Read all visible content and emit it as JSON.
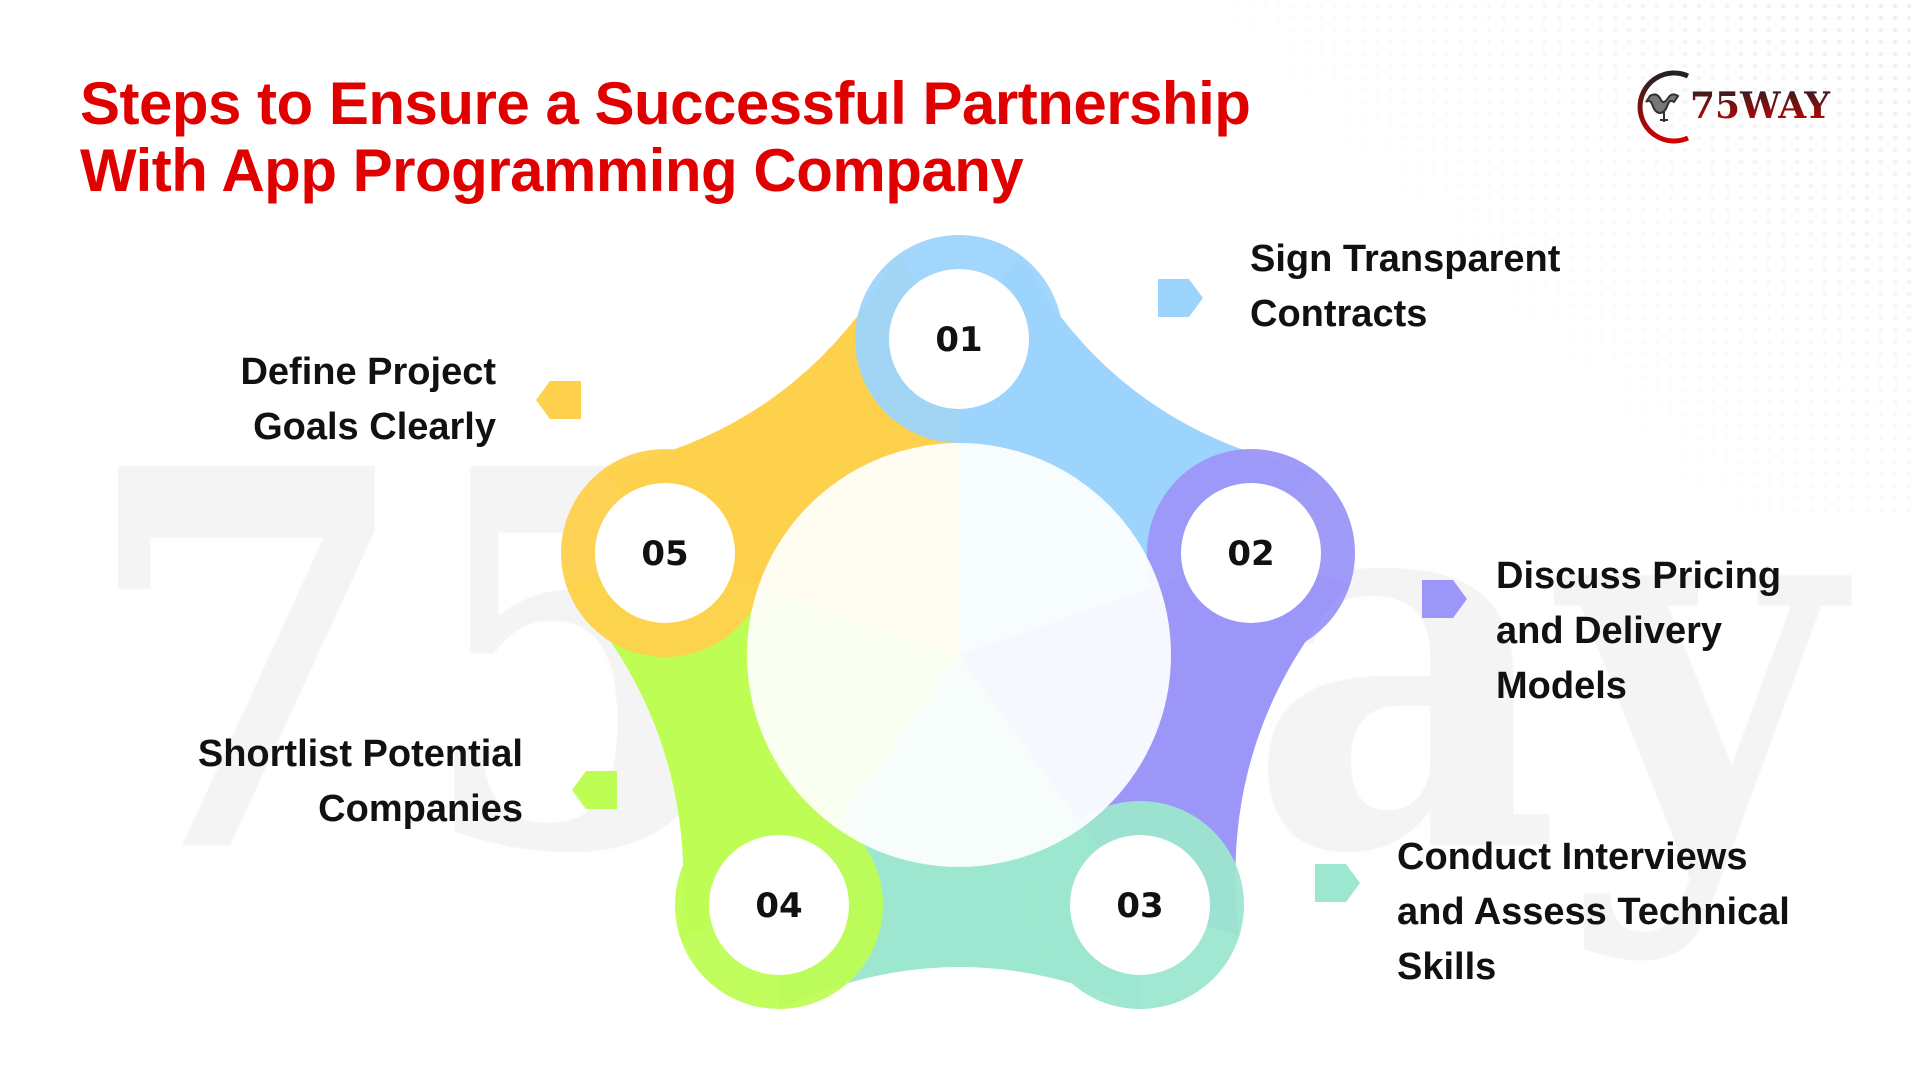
{
  "title": {
    "line1": "Steps to Ensure a Successful Partnership",
    "line2": "With App Programming Company"
  },
  "logo": {
    "text": "75WAY"
  },
  "watermark": "75Way",
  "colors": {
    "title": "#e00000",
    "step1": "#9dd4fd",
    "step2": "#9c96f8",
    "step3": "#9de6cf",
    "step4": "#bdfd54",
    "step5": "#fed14c"
  },
  "steps": [
    {
      "number": "01",
      "label_line1": "Sign Transparent",
      "label_line2": "Contracts"
    },
    {
      "number": "02",
      "label_line1": "Discuss Pricing",
      "label_line2": "and Delivery",
      "label_line3": "Models"
    },
    {
      "number": "03",
      "label_line1": "Conduct Interviews",
      "label_line2": "and Assess Technical",
      "label_line3": "Skills"
    },
    {
      "number": "04",
      "label_line1": "Shortlist Potential",
      "label_line2": "Companies"
    },
    {
      "number": "05",
      "label_line1": "Define Project",
      "label_line2": "Goals Clearly"
    }
  ]
}
